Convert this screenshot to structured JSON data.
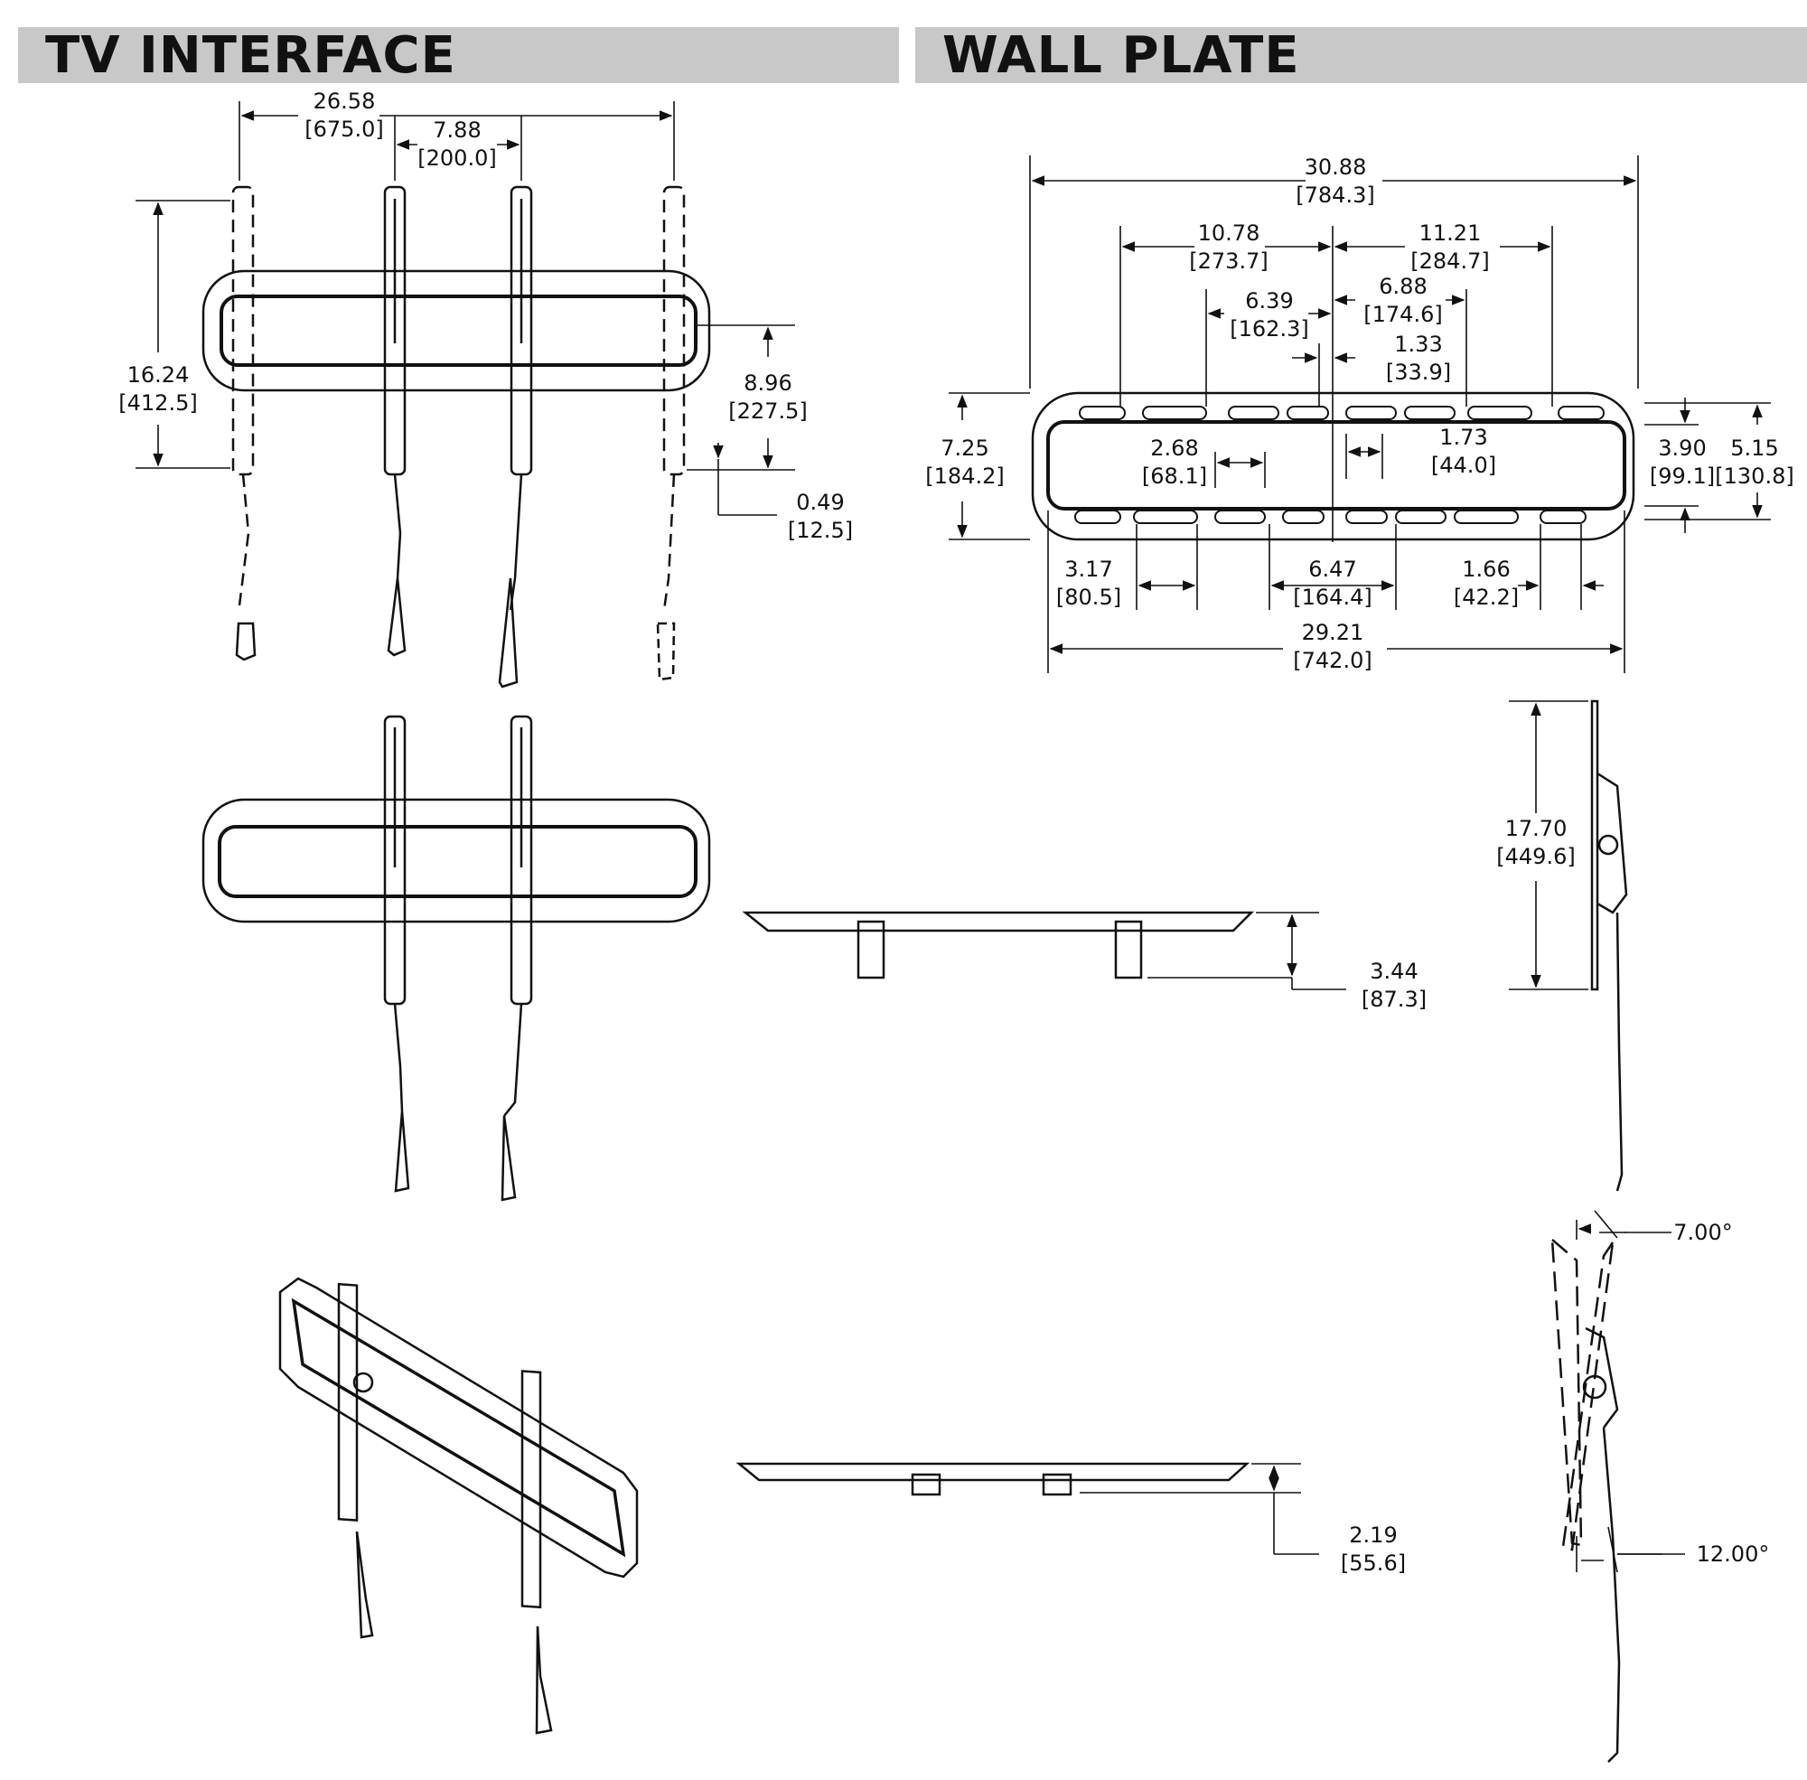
{
  "sections": {
    "tv_interface": "TV INTERFACE",
    "wall_plate": "WALL PLATE"
  },
  "dimensions": {
    "tv_overall_width": {
      "in": "26.58",
      "mm": "[675.0]"
    },
    "tv_inner_width": {
      "in": "7.88",
      "mm": "[200.0]"
    },
    "tv_height": {
      "in": "16.24",
      "mm": "[412.5]"
    },
    "tv_mid_height": {
      "in": "8.96",
      "mm": "[227.5]"
    },
    "tv_bottom_offset": {
      "in": "0.49",
      "mm": "[12.5]"
    },
    "wp_overall_width": {
      "in": "30.88",
      "mm": "[784.3]"
    },
    "wp_left_span": {
      "in": "10.78",
      "mm": "[273.7]"
    },
    "wp_right_span": {
      "in": "11.21",
      "mm": "[284.7]"
    },
    "wp_left_mid": {
      "in": "6.39",
      "mm": "[162.3]"
    },
    "wp_right_mid": {
      "in": "6.88",
      "mm": "[174.6]"
    },
    "wp_center_small": {
      "in": "1.33",
      "mm": "[33.9]"
    },
    "wp_height": {
      "in": "7.25",
      "mm": "[184.2]"
    },
    "wp_slot_a": {
      "in": "2.68",
      "mm": "[68.1]"
    },
    "wp_slot_b": {
      "in": "1.73",
      "mm": "[44.0]"
    },
    "wp_inner_height": {
      "in": "3.90",
      "mm": "[99.1]"
    },
    "wp_outer_height": {
      "in": "5.15",
      "mm": "[130.8]"
    },
    "wp_bottom_left": {
      "in": "3.17",
      "mm": "[80.5]"
    },
    "wp_bottom_mid": {
      "in": "6.47",
      "mm": "[164.4]"
    },
    "wp_bottom_right": {
      "in": "1.66",
      "mm": "[42.2]"
    },
    "wp_bottom_width": {
      "in": "29.21",
      "mm": "[742.0]"
    },
    "side_height": {
      "in": "17.70",
      "mm": "[449.6]"
    },
    "depth_max": {
      "in": "3.44",
      "mm": "[87.3]"
    },
    "depth_min": {
      "in": "2.19",
      "mm": "[55.6]"
    },
    "tilt_up": "7.00°",
    "tilt_down": "12.00°"
  },
  "colors": {
    "line": "#111111",
    "header_bg": "#c8c8c8"
  }
}
